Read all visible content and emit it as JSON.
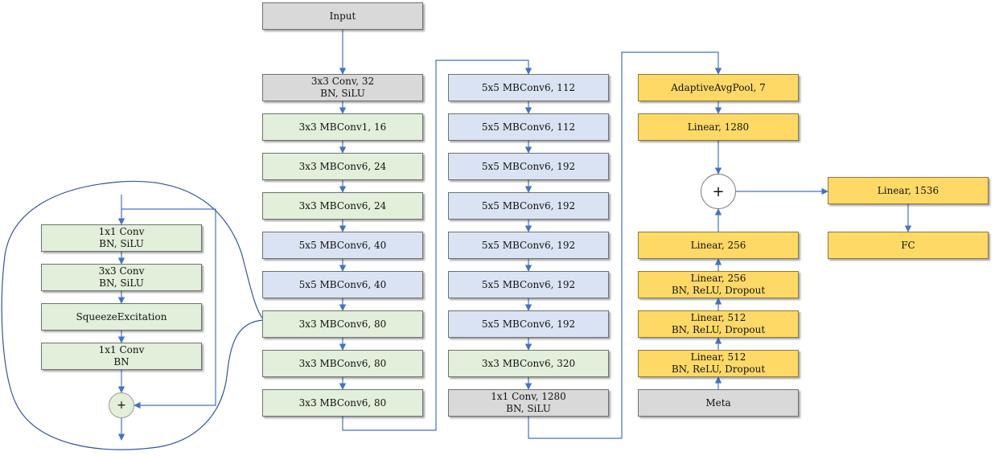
{
  "input_block": {
    "line1": "Input"
  },
  "backbone_col1": [
    {
      "line1": "3x3 Conv, 32",
      "line2": "BN, SiLU"
    },
    {
      "line1": "3x3 MBConv1, 16"
    },
    {
      "line1": "3x3 MBConv6, 24"
    },
    {
      "line1": "3x3 MBConv6, 24"
    },
    {
      "line1": "5x5 MBConv6, 40"
    },
    {
      "line1": "5x5 MBConv6, 40"
    },
    {
      "line1": "3x3 MBConv6, 80"
    },
    {
      "line1": "3x3 MBConv6, 80"
    },
    {
      "line1": "3x3 MBConv6, 80"
    }
  ],
  "backbone_col2": [
    {
      "line1": "5x5 MBConv6, 112"
    },
    {
      "line1": "5x5 MBConv6, 112"
    },
    {
      "line1": "5x5 MBConv6, 192"
    },
    {
      "line1": "5x5 MBConv6, 192"
    },
    {
      "line1": "5x5 MBConv6, 192"
    },
    {
      "line1": "5x5 MBConv6, 192"
    },
    {
      "line1": "5x5 MBConv6, 192"
    },
    {
      "line1": "3x3 MBConv6, 320"
    },
    {
      "line1": "1x1 Conv, 1280",
      "line2": "BN, SiLU"
    }
  ],
  "image_head": [
    {
      "line1": "AdaptiveAvgPool, 7"
    },
    {
      "line1": "Linear, 1280"
    }
  ],
  "meta_branch": [
    {
      "line1": "Linear, 256"
    },
    {
      "line1": "Linear, 256",
      "line2": "BN, ReLU, Dropout"
    },
    {
      "line1": "Linear, 512",
      "line2": "BN, ReLU, Dropout"
    },
    {
      "line1": "Linear, 512",
      "line2": "BN, ReLU, Dropout"
    },
    {
      "line1": "Meta"
    }
  ],
  "output_head": [
    {
      "line1": "Linear, 1536"
    },
    {
      "line1": "FC"
    }
  ],
  "mbconv_detail": [
    {
      "line1": "1x1 Conv",
      "line2": "BN, SiLU"
    },
    {
      "line1": "3x3 Conv",
      "line2": "BN, SiLU"
    },
    {
      "line1": "SqueezeExcitation"
    },
    {
      "line1": "1x1 Conv",
      "line2": "BN"
    }
  ],
  "symbols": {
    "plus": "+"
  },
  "colors": {
    "stem_gray": "#d9d9d9",
    "mbconv3_green": "#e2efda",
    "mbconv5_blue": "#dae3f3",
    "head_yellow": "#ffd966",
    "arrow_blue": "#4472c4"
  }
}
